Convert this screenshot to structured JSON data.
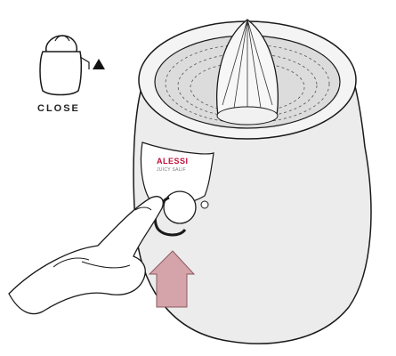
{
  "illustration": {
    "close_label": "CLOSE",
    "brand_logo": "ALESSI",
    "brand_subtext": "JUICY SALIF",
    "icons": [
      "pitcher-close-icon",
      "arrow-up-icon",
      "hand-icon",
      "juicer-icon"
    ],
    "colors": {
      "body": "#ececec",
      "outline": "#1a1a1a",
      "accent_arrow": "#d5a3aa",
      "brand": "#c0113a"
    }
  }
}
